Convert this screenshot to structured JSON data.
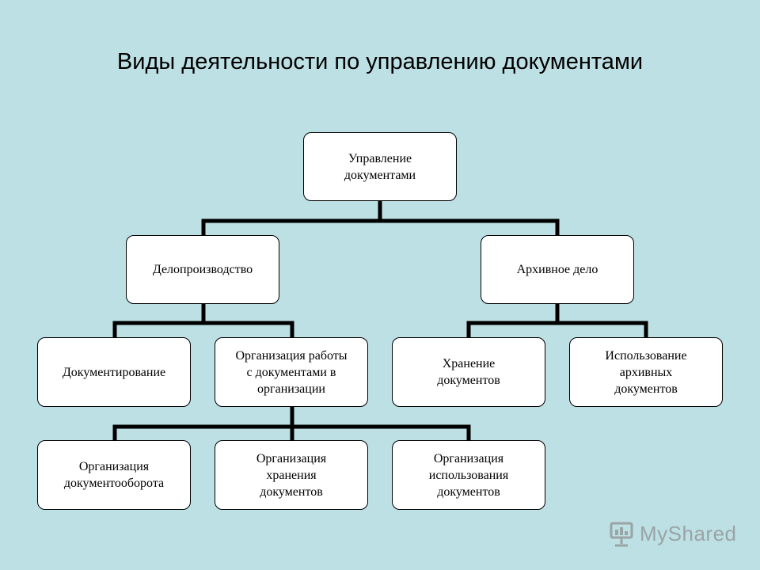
{
  "title": "Виды деятельности по управлению документами",
  "nodes": {
    "root": "Управление\nдокументами",
    "records": "Делопроизводство",
    "archive": "Архивное дело",
    "documenting": "Документирование",
    "work_org": "Организация работы\nс документами в\nорганизации",
    "storage": "Хранение\nдокументов",
    "archive_use": "Использование\nархивных\nдокументов",
    "workflow": "Организация\nдокументооборота",
    "storage_org": "Организация\nхранения\nдокументов",
    "use_org": "Организация\nиспользования\nдокументов"
  },
  "watermark": {
    "logo": "MyShared",
    "icon": "presentation-board-icon"
  }
}
